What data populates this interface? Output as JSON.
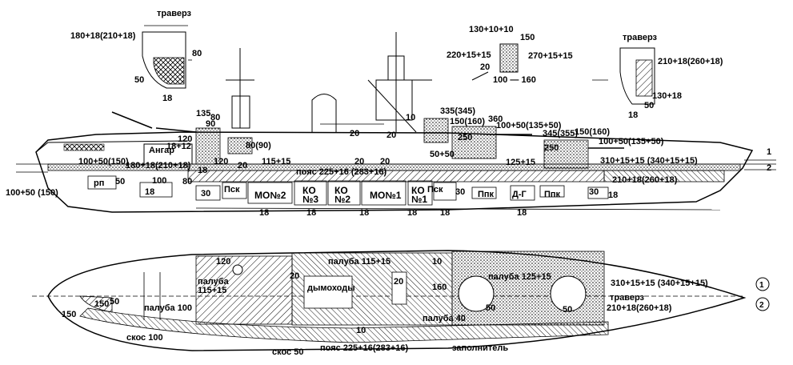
{
  "side_view": {
    "labels": {
      "traverz_fwd": "траверз",
      "fwd_section_value": "180+18(210+18)",
      "fwd_section_80": "80",
      "fwd_section_50": "50",
      "fwd_section_18": "18",
      "hangar": "Ангар",
      "hangar_roof": "18+12",
      "a135": "135",
      "a90": "90",
      "a80": "80",
      "a120": "120",
      "a8090": "80(90)",
      "deck_100_50": "100+50(150)",
      "deck_180_18": "180+18(210+18)",
      "fwd_low": "100+50 (150)",
      "rp": "рп",
      "r50": "50",
      "r18a": "18",
      "r100": "100",
      "r80": "80",
      "r18b": "18",
      "r120": "120",
      "r30": "30",
      "psk1": "Пск",
      "mo2": "МО№2",
      "ko3": "КО\n№3",
      "ko2": "КО\n№2",
      "mo1": "МО№1",
      "ko1": "КО\n№1",
      "psk2": "Пск",
      "b30": "30",
      "ppk1": "Ппк",
      "dg": "Д-Г",
      "ppk2": "Ппк",
      "b30b": "30",
      "b18c": "18",
      "k18_1": "18",
      "k18_2": "18",
      "k18_3": "18",
      "k18_4": "18",
      "k18_5": "18",
      "k18_6": "18",
      "d115": "115+15",
      "belt": "пояс 225+16 (283+16)",
      "d20a": "20",
      "d20b": "20",
      "d20c": "20",
      "d20d": "20",
      "d20e": "20",
      "d10": "10",
      "d50_50": "50+50",
      "d125": "125+15",
      "aft_deck": "310+15+15 (340+15+15)",
      "aft_belt": "210+18(260+18)",
      "t335": "335(345)",
      "t150a": "150(160)",
      "t360": "360",
      "t100a": "100+50(135+50)",
      "t250a": "250",
      "t150b": "150(160)",
      "t345": "345(355)",
      "t100b": "100+50(135+50)",
      "t250b": "250",
      "tower_top": "130+10+10",
      "tower_150": "150",
      "tower_left": "220+15+15",
      "tower_right": "270+15+15",
      "tower_20": "20",
      "tower_bot": "100 — 160",
      "traverz_aft": "траверз",
      "aft_section_value": "210+18(260+18)",
      "aft_section_130": "130+18",
      "aft_section_50": "50",
      "aft_section_18": "18",
      "wl1": "1",
      "wl2": "2"
    }
  },
  "plan_view": {
    "labels": {
      "p120": "120",
      "p_deck115": "палуба 115+15",
      "p_deck115b": "палуба\n115+15",
      "p10a": "10",
      "p20a": "20",
      "p20b": "20",
      "p_chimney": "дымоходы",
      "p160": "160",
      "p_deck125": "палуба 125+15",
      "p_deck40": "палуба 40",
      "p50a": "50",
      "p50b": "50",
      "p_aft": "310+15+15 (340+15+15)",
      "p_traverz": "траверз",
      "p_aft_belt": "210+18(260+18)",
      "p150": "150",
      "p150b": "150",
      "p50c": "50",
      "p_deck100": "палуба 100",
      "p_skos100": "скос 100",
      "p_skos50": "скос 50",
      "p10b": "10",
      "p_belt": "пояс 225+16(283+16)",
      "p_filler": "заполнитель",
      "c1": "1",
      "c2": "2"
    }
  }
}
